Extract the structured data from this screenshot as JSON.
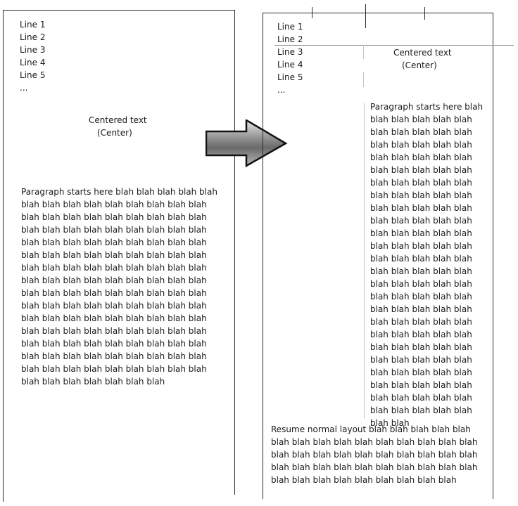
{
  "left": {
    "lines": [
      "Line 1",
      "Line 2",
      "Line 3",
      "Line 4",
      "Line 5",
      "..."
    ],
    "centered": [
      "Centered text",
      "(Center)"
    ],
    "paragraph": [
      "Paragraph starts here blah blah blah blah blah",
      "blah blah blah blah blah blah blah blah blah",
      "blah blah blah blah blah blah blah blah blah",
      "blah blah blah blah blah blah blah blah blah",
      "blah blah blah blah blah blah blah blah blah",
      "blah blah blah blah blah blah blah blah blah",
      "blah blah blah blah blah blah blah blah blah",
      "blah blah blah blah blah blah blah blah blah",
      "blah blah blah blah blah blah blah blah blah",
      "blah blah blah blah blah blah blah blah blah",
      "blah blah blah blah blah blah blah blah blah",
      "blah blah blah blah blah blah blah blah blah",
      "blah blah blah blah blah blah blah blah blah",
      "blah blah blah blah blah blah blah blah blah",
      "blah blah blah blah blah blah blah blah blah",
      "blah blah blah blah blah blah blah"
    ]
  },
  "right": {
    "lines": [
      "Line 1",
      "Line 2",
      "Line 3",
      "Line 4",
      "Line 5",
      "..."
    ],
    "centered": [
      "Centered text",
      "(Center)"
    ],
    "paragraph": [
      "Paragraph starts here blah",
      "blah blah blah blah blah",
      "blah blah blah blah blah",
      "blah blah blah blah blah",
      "blah blah blah blah blah",
      "blah blah blah blah blah",
      "blah blah blah blah blah",
      "blah blah blah blah blah",
      "blah blah blah blah blah",
      "blah blah blah blah blah",
      "blah blah blah blah blah",
      "blah blah blah blah blah",
      "blah blah blah blah blah",
      "blah blah blah blah blah",
      "blah blah blah blah blah",
      "blah blah blah blah blah",
      "blah blah blah blah blah",
      "blah blah blah blah blah",
      "blah blah blah blah blah",
      "blah blah blah blah blah",
      "blah blah blah blah blah",
      "blah blah blah blah blah",
      "blah blah blah blah blah",
      "blah blah blah blah blah",
      "blah blah blah blah blah",
      "blah blah"
    ],
    "resume": [
      "Resume normal layout blah blah blah blah blah",
      "blah blah blah blah blah blah blah blah blah blah",
      "blah blah blah blah blah blah blah blah blah blah",
      "blah blah blah blah blah blah blah blah blah blah",
      "blah blah blah blah blah blah blah blah blah"
    ]
  },
  "arrow_icon": "right-arrow-icon"
}
